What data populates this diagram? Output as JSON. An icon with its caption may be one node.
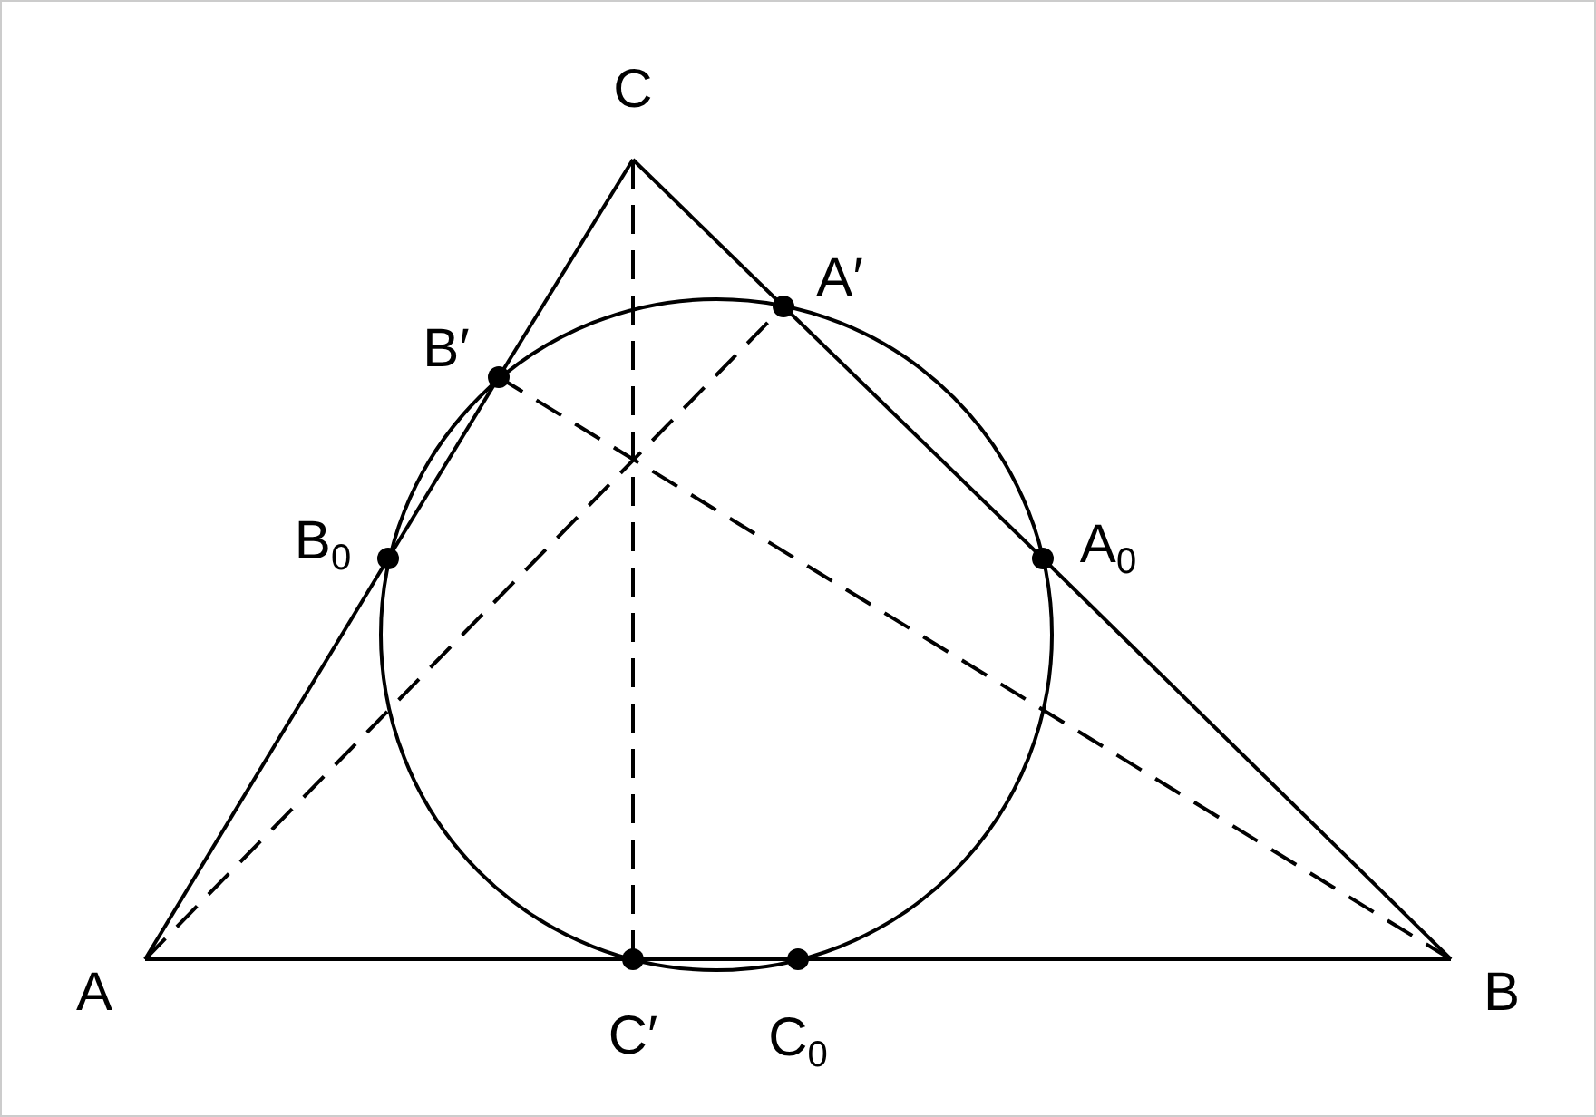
{
  "diagram": {
    "nodes": [
      {
        "text": [
          "C"
        ]
      },
      {
        "text": [
          "A′"
        ]
      },
      {
        "text": [
          "B′"
        ]
      },
      {
        "text": [
          "B$_{0}$"
        ]
      },
      {
        "text": [
          "A$_{0}$"
        ]
      },
      {
        "text": [
          "A"
        ]
      },
      {
        "text": [
          "C′"
        ]
      },
      {
        "text": [
          "C$_{0}$"
        ]
      },
      {
        "text": [
          "B"
        ]
      }
    ],
    "edges": [
      {
        "from": 5,
        "to": 6,
        "arrow": "none"
      },
      {
        "from": 6,
        "to": 7,
        "arrow": "none"
      },
      {
        "from": 7,
        "to": 8,
        "arrow": "none"
      },
      {
        "from": 8,
        "to": 4,
        "arrow": "none"
      },
      {
        "from": 4,
        "to": 1,
        "arrow": "none"
      },
      {
        "from": 1,
        "to": 0,
        "arrow": "none"
      },
      {
        "from": 0,
        "to": 2,
        "arrow": "none"
      },
      {
        "from": 2,
        "to": 3,
        "arrow": "none"
      },
      {
        "from": 3,
        "to": 5,
        "arrow": "none"
      },
      {
        "from": 5,
        "to": 1,
        "arrow": "none",
        "style": "dashed"
      },
      {
        "from": 8,
        "to": 2,
        "arrow": "none",
        "style": "dashed"
      },
      {
        "from": 0,
        "to": 6,
        "arrow": "none",
        "style": "dashed"
      }
    ]
  }
}
